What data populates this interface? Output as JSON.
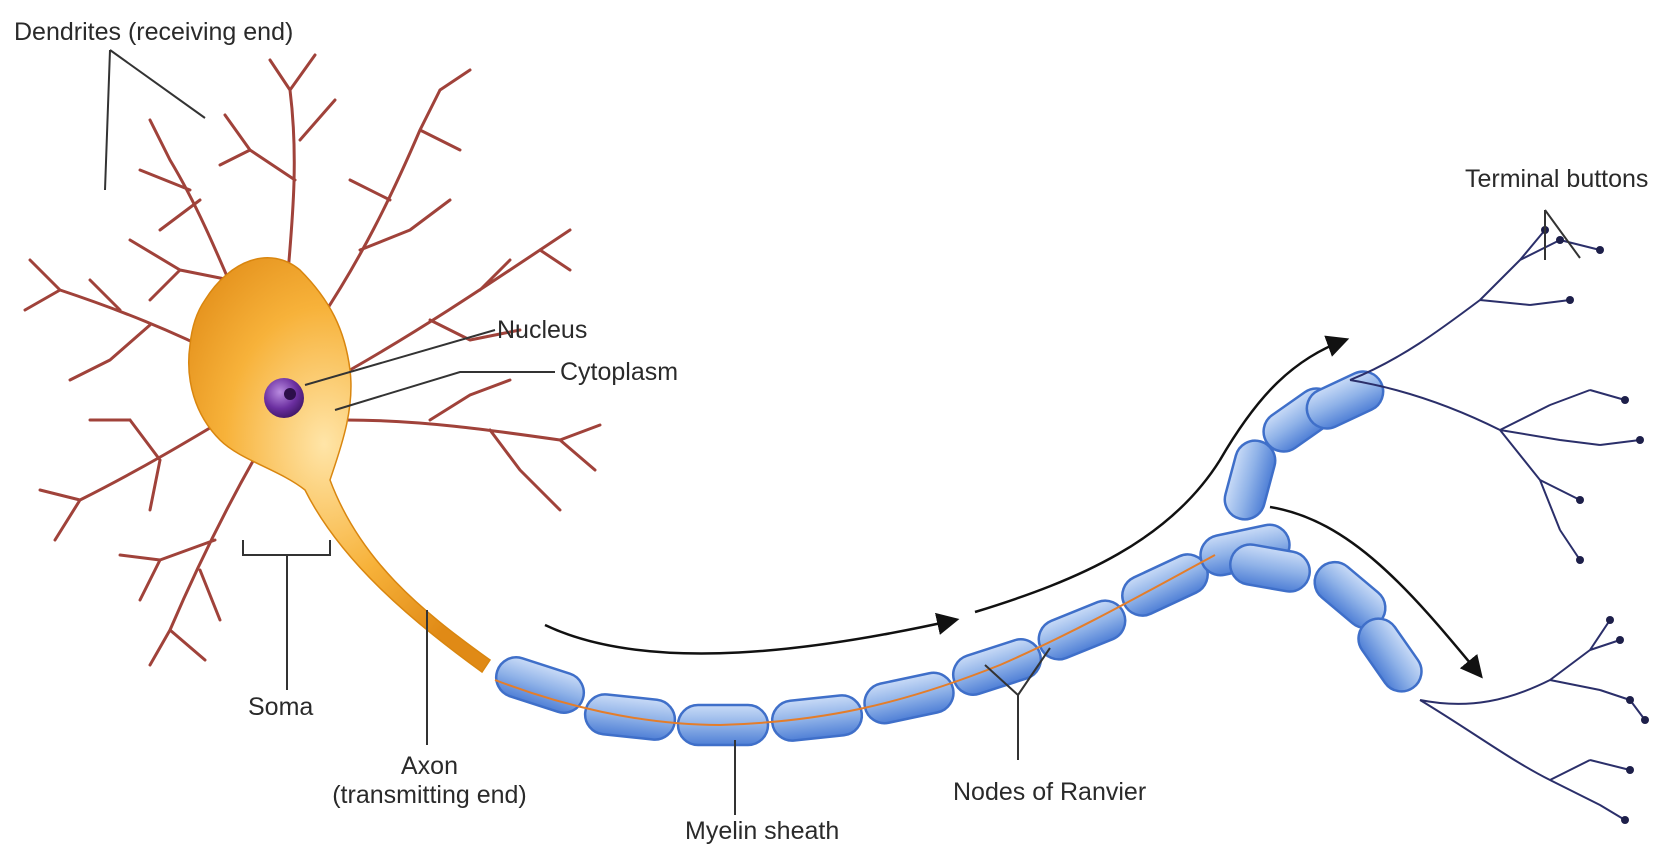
{
  "title": "",
  "labels": {
    "dendrites": "Dendrites (receiving end)",
    "nucleus": "Nucleus",
    "cytoplasm": "Cytoplasm",
    "soma": "Soma",
    "axon_line1": "Axon",
    "axon_line2": "(transmitting end)",
    "myelin": "Myelin sheath",
    "nodes": "Nodes of Ranvier",
    "terminals": "Terminal buttons"
  },
  "colors": {
    "background": "#ffffff",
    "cell_body": "#f2a024",
    "cell_body_highlight": "#ffd27a",
    "dendrite_stroke": "#a0423a",
    "nucleus": "#6b2fa0",
    "myelin_fill": "#8fb2e8",
    "myelin_edge": "#3f6fc9",
    "terminal_stroke": "#2b2f6a",
    "arrow": "#111111",
    "leader_line": "#333333"
  }
}
